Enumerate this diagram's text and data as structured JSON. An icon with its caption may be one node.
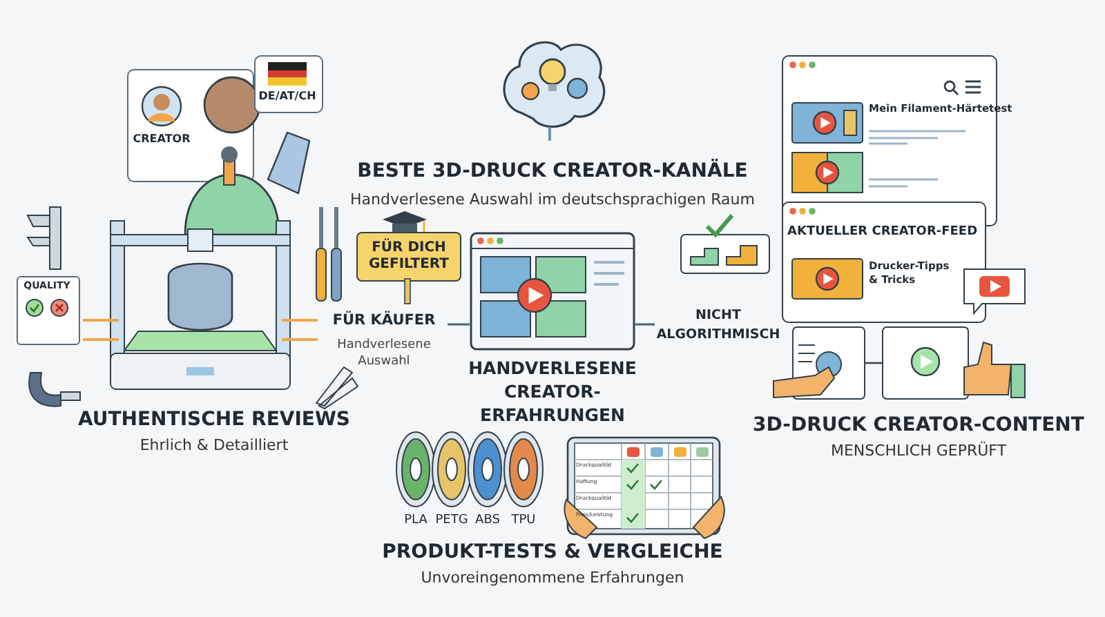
{
  "diagram": {
    "title": "BESTE 3D-DRUCK CREATOR-KANÄLE",
    "nodes": [
      {
        "text": [
          "FÜR DICH GEFILTERT"
        ]
      },
      {
        "text": [
          "FÜR KÄUFER",
          "Handverlesene Auswahl"
        ]
      },
      {
        "text": [
          "HANDVERLESENE CREATOR-ERFAHRUNGEN"
        ]
      },
      {
        "text": [
          "NICHT ALGORITHMISCH"
        ]
      }
    ],
    "edges": [
      {
        "from": 1,
        "to": 2,
        "arrow": "none"
      },
      {
        "from": 2,
        "to": 3,
        "arrow": "none"
      }
    ],
    "labels": [
      "CREATOR",
      "DE/AT/CH",
      "Handverlesene Auswahl im deutschsprachigen Raum",
      "Mein Filament-Härtetest",
      "QUALITY",
      "AKTUELLER CREATOR-FEED",
      "Drucker-Tipps & Tricks",
      "AUTHENTISCHE REVIEWS",
      "Ehrlich & Detailliert",
      "3D-DRUCK CREATOR-CONTENT",
      "MENSCHLICH GEPRÜFT",
      "PLA",
      "PETG",
      "ABS",
      "TPU",
      "Druckqualität",
      "Haftung",
      "Druckqualität",
      "Preis/Leistung",
      "PRODUKT-TESTS & VERGLEICHE",
      "Unvoreingenommene Erfahrungen"
    ]
  }
}
